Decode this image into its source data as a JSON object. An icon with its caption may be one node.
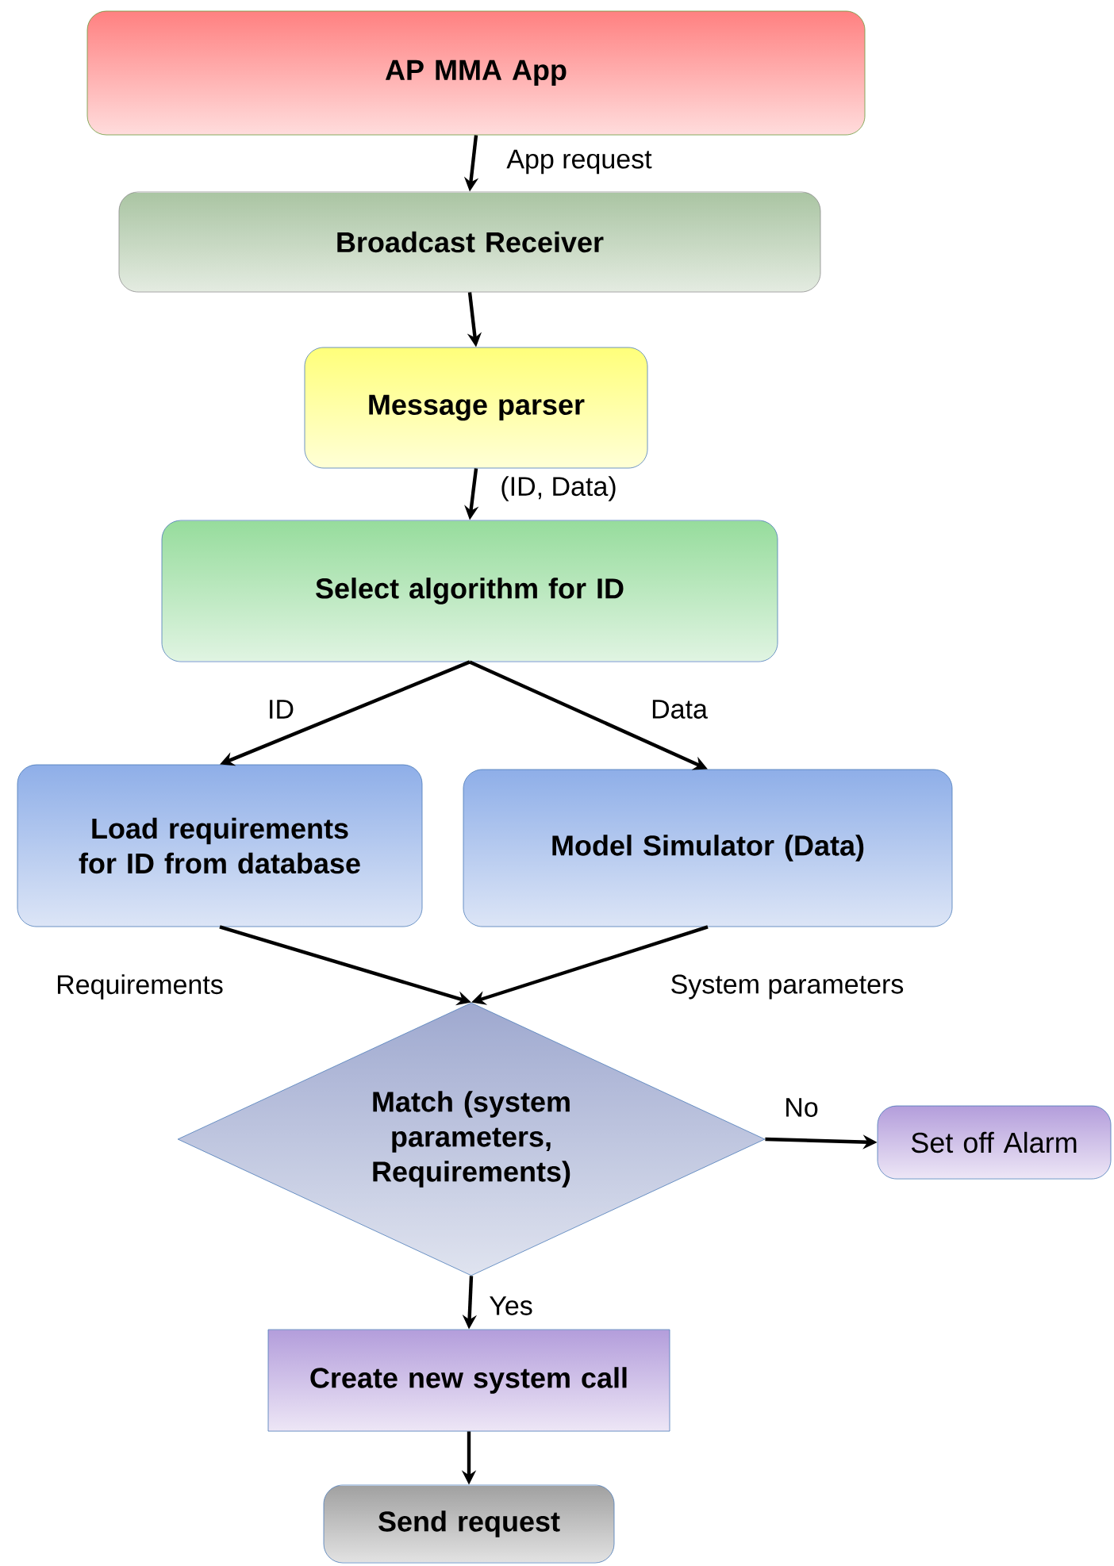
{
  "diagram": {
    "nodes": [
      {
        "text": [
          "AP MMA App"
        ]
      },
      {
        "text": [
          "Broadcast Receiver"
        ]
      },
      {
        "text": [
          "Message parser"
        ]
      },
      {
        "text": [
          "Select algorithm for ID"
        ]
      },
      {
        "text": [
          "Load requirements for ID from database"
        ]
      },
      {
        "text": [
          "Model Simulator (Data)"
        ]
      },
      {
        "text": [
          "Match (system parameters, Requirements)"
        ]
      },
      {
        "text": [
          "Set off Alarm"
        ]
      },
      {
        "text": [
          "Create new system call"
        ]
      },
      {
        "text": [
          "Send request"
        ]
      }
    ],
    "edges": [
      {
        "from": 0,
        "to": 1,
        "arrow": "to",
        "label": "App request"
      },
      {
        "from": 1,
        "to": 2,
        "arrow": "to"
      },
      {
        "from": 2,
        "to": 3,
        "arrow": "to",
        "label": "(ID, Data)"
      },
      {
        "from": 3,
        "to": 4,
        "arrow": "to",
        "label": "ID"
      },
      {
        "from": 3,
        "to": 5,
        "arrow": "to",
        "label": "Data"
      },
      {
        "from": 4,
        "to": 6,
        "arrow": "to",
        "label": "Requirements"
      },
      {
        "from": 5,
        "to": 6,
        "arrow": "to",
        "label": "System parameters"
      },
      {
        "from": 6,
        "to": 7,
        "arrow": "to",
        "label": "No"
      },
      {
        "from": 6,
        "to": 8,
        "arrow": "to",
        "label": "Yes"
      },
      {
        "from": 8,
        "to": 9,
        "arrow": "to"
      }
    ]
  }
}
